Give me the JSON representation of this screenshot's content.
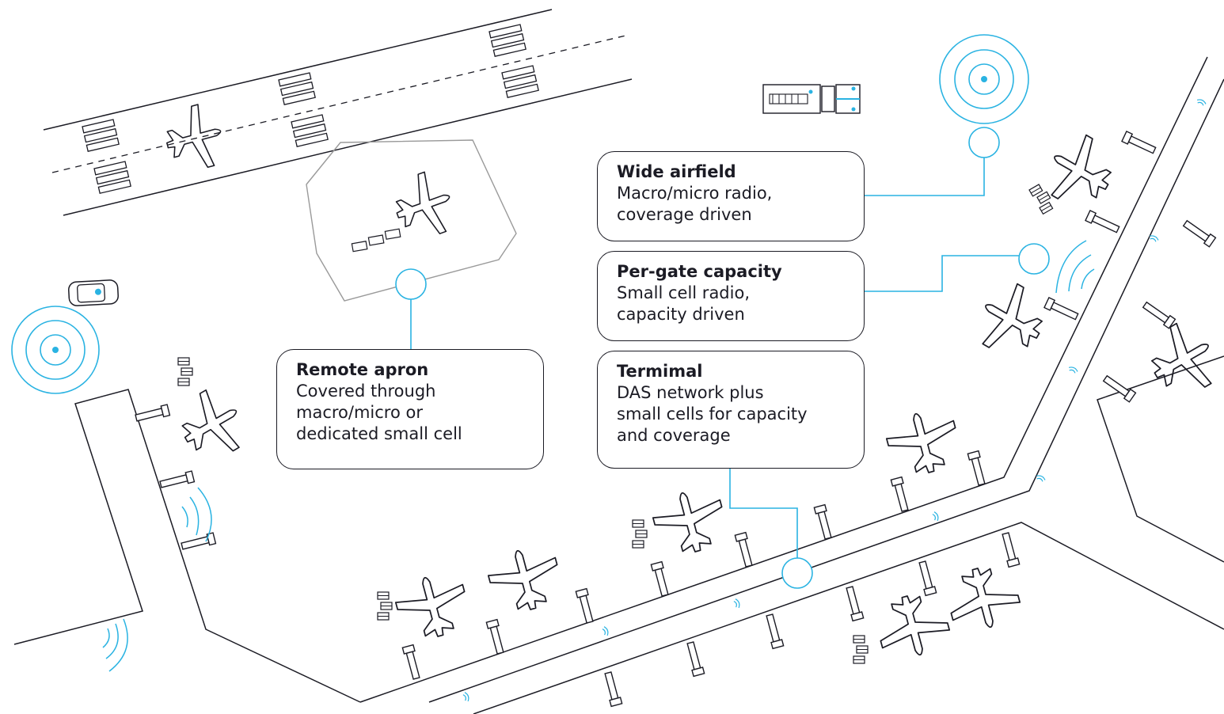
{
  "colors": {
    "line": "#1b1b24",
    "accent": "#2ab3e2",
    "apron_border": "#9a9a9a",
    "background": "#ffffff"
  },
  "callouts": {
    "wide_airfield": {
      "title": "Wide airfield",
      "desc": "Macro/micro radio,\ncoverage driven"
    },
    "per_gate": {
      "title": "Per-gate capacity",
      "desc": "Small cell radio,\ncapacity driven"
    },
    "terminal": {
      "title": "Termimal",
      "desc": "DAS network plus\nsmall cells for capacity\nand coverage"
    },
    "remote_apron": {
      "title": "Remote apron",
      "desc": "Covered through\nmacro/micro or\ndedicated small cell"
    }
  },
  "icons": [
    "airplane-icon",
    "radio-tower-icon",
    "small-cell-signal-icon",
    "baggage-cart-icon",
    "car-icon",
    "truck-icon",
    "jet-bridge-icon"
  ]
}
